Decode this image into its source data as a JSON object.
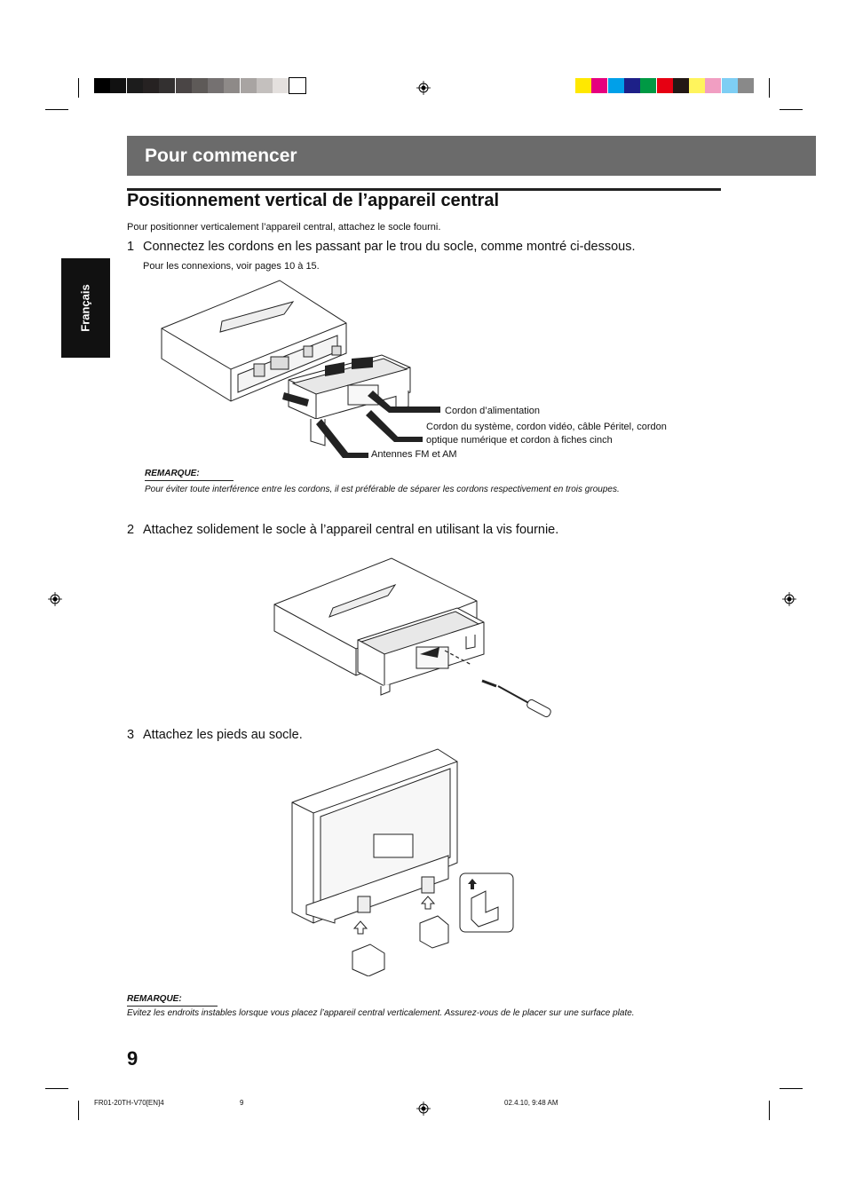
{
  "header": {
    "banner_title": "Pour commencer",
    "section_title": "Positionnement vertical de l’appareil central",
    "intro": "Pour positionner verticalement l’appareil central, attachez le socle fourni."
  },
  "sidebar": {
    "language": "Français"
  },
  "steps": [
    {
      "number": "1",
      "text": "Connectez les cordons en les passant par le trou du socle, comme montré ci-dessous.",
      "subtext": "Pour les connexions, voir pages 10 à 15."
    },
    {
      "number": "2",
      "text": "Attachez solidement le socle à l’appareil central en utilisant la vis fournie."
    },
    {
      "number": "3",
      "text": "Attachez les pieds au socle."
    }
  ],
  "figure1": {
    "callout_power": "Cordon d’alimentation",
    "callout_system_1": "Cordon du système, cordon vidéo, câble Péritel, cordon",
    "callout_system_2": "optique numérique et cordon à fiches cinch",
    "callout_antenna": "Antennes FM et AM"
  },
  "notes": [
    {
      "heading": "REMARQUE:",
      "text": "Pour éviter toute interférence entre les cordons, il est préférable de séparer les cordons respectivement en trois groupes."
    },
    {
      "heading": "REMARQUE:",
      "text": "Evitez les endroits instables lorsque vous placez l’appareil central verticalement. Assurez-vous de le placer sur une surface plate."
    }
  ],
  "page_number": "9",
  "footer": {
    "file": "FR01-20TH-V70[EN]4",
    "page": "9",
    "timestamp": "02.4.10, 9:48 AM"
  },
  "colors": {
    "banner": "#6b6b6b",
    "gray_swatches": [
      "#000000",
      "#111111",
      "#1c1c1c",
      "#262222",
      "#333030",
      "#4a4545",
      "#5e5a58",
      "#757171",
      "#8e8a88",
      "#a8a4a2",
      "#c4c0be",
      "#e4e0de",
      "#ffffff"
    ],
    "color_swatches": [
      "#ffe800",
      "#e6007e",
      "#00a0e9",
      "#1d2088",
      "#009944",
      "#e60012",
      "#231815",
      "#fff45c",
      "#f19ec2",
      "#7ecef4",
      "#898989"
    ]
  }
}
